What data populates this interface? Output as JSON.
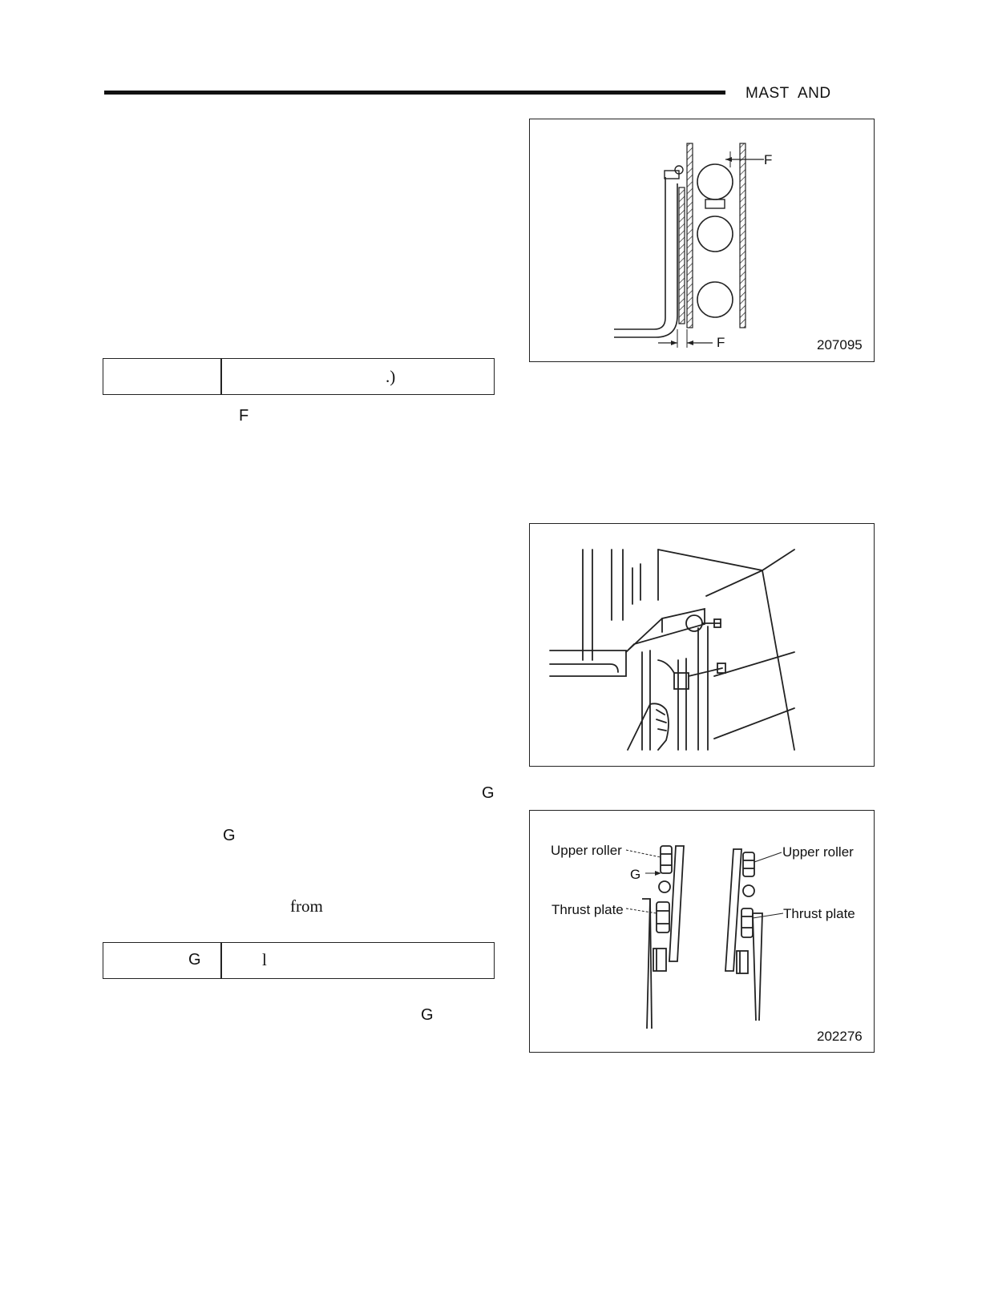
{
  "header": {
    "section_title": "MAST  AND"
  },
  "left_column": {
    "table1": {
      "left_cell": "",
      "right_cell": ".)"
    },
    "letter_f": "F",
    "letter_g_1": "G",
    "letter_g_2": "G",
    "word_from": "from",
    "table2": {
      "left_cell": "G",
      "right_cell": "l"
    },
    "letter_g_3": "G"
  },
  "figures": {
    "fig1": {
      "label_f_top": "F",
      "label_f_bottom": "F",
      "figure_number": "207095"
    },
    "fig2": {},
    "fig3": {
      "label_upper_roller_left": "Upper roller",
      "label_g": "G",
      "label_thrust_plate_left": "Thrust plate",
      "label_upper_roller_right": "Upper roller",
      "label_thrust_plate_right": "Thrust plate",
      "figure_number": "202276"
    }
  }
}
